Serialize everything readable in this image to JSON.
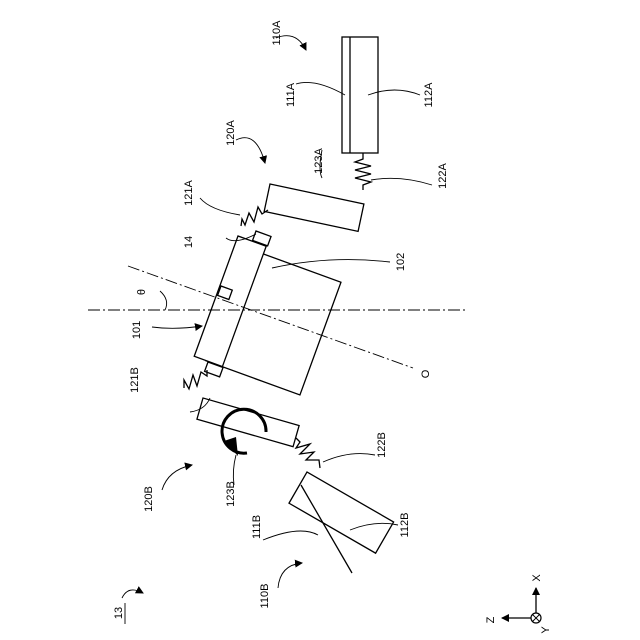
{
  "labels": {
    "fig": "13",
    "l110A": "110A",
    "l111A": "111A",
    "l112A": "112A",
    "l120A": "120A",
    "l121A": "121A",
    "l122A": "122A",
    "l123A": "123A",
    "l14": "14",
    "l102": "102",
    "l101": "101",
    "theta": "θ",
    "O": "O",
    "l121B": "121B",
    "l122B": "122B",
    "l123B": "123B",
    "l120B": "120B",
    "l111B": "111B",
    "l112B": "112B",
    "l110B": "110B",
    "axisX": "X",
    "axisY": "Y",
    "axisZ": "Z"
  }
}
